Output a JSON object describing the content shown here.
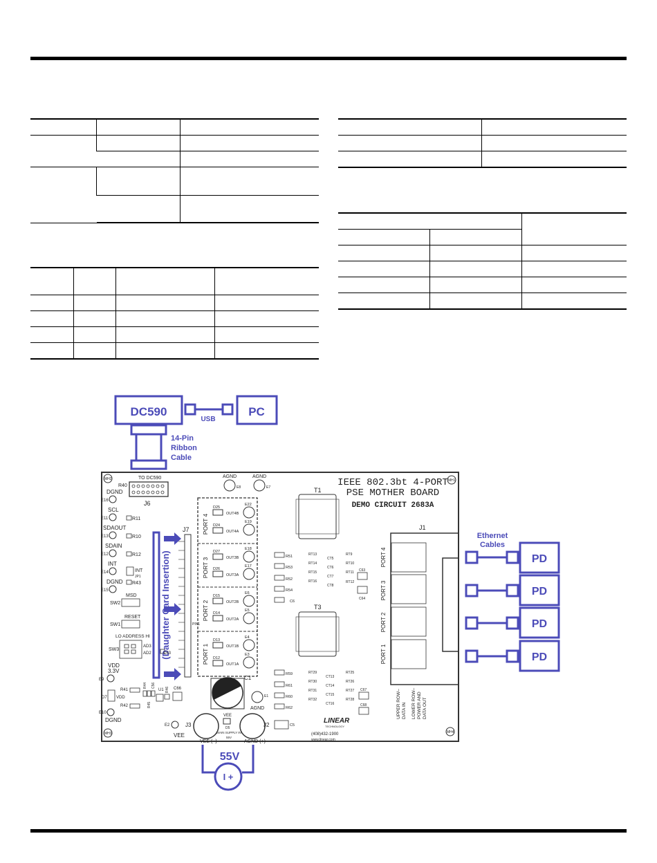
{
  "connection": {
    "dc590_label": "DC590",
    "pc_label": "PC",
    "usb_label": "USB",
    "ribbon_label": [
      "14-Pin",
      "Ribbon",
      "Cable"
    ],
    "ethernet_label": [
      "Ethernet",
      "Cables"
    ],
    "pd_labels": [
      "PD",
      "PD",
      "PD",
      "PD"
    ],
    "supply_label": "55V",
    "supply_symbol": "I +",
    "colors": {
      "annotation_blue": "#4b4bb8",
      "board_gray": "#5a5a5a"
    }
  },
  "board": {
    "title_lines": [
      "IEEE 802.3bt 4-PORT",
      "PSE MOTHER BOARD"
    ],
    "demo_circuit": "DEMO CIRCUIT 2683A",
    "j6_caption": "TO DC590",
    "j6": "J6",
    "r40": "R40",
    "j7": "J7",
    "j1": "J1",
    "t1": "T1",
    "t3": "T3",
    "daughter_label": "(Daughter Card Insertion)",
    "mh": [
      "MH2",
      "MH1",
      "MH3",
      "MH4"
    ],
    "left_signals": [
      {
        "label": "DGND",
        "e": "E16"
      },
      {
        "label": "SCL",
        "e": "E11"
      },
      {
        "label": "SDAOUT",
        "e": "E13"
      },
      {
        "label": "SDAIN",
        "e": "E12"
      },
      {
        "label": "INT",
        "e": "E14"
      },
      {
        "label": "DGND",
        "e": "E15"
      }
    ],
    "left_parts": [
      "R11",
      "R10",
      "R12"
    ],
    "int_jumper": [
      "INT",
      "JP1"
    ],
    "r43": "R43",
    "sw2": "SW2",
    "msd": "MSD",
    "sw1": "SW1",
    "reset": "RESET",
    "lo_address": "LO ADDRESS HI",
    "sw3": "SW3",
    "ad3": "AD3",
    "ad2": "AD2",
    "c63": "C63",
    "vdd_label": [
      "VDD",
      "3.3V"
    ],
    "e9": "E9",
    "d7": "D7",
    "vdd_mark": "VDD",
    "r41": "R41",
    "r42": "R42",
    "r44": "R44",
    "r45": "R45",
    "c56": "C56",
    "u1": "U1",
    "r46": "R46",
    "c66": "C66",
    "e10": "E10",
    "dgnd_bottom": "DGND",
    "agnd_top": [
      {
        "label": "AGND",
        "e": "E8"
      },
      {
        "label": "AGND",
        "e": "E7"
      }
    ],
    "ports": [
      {
        "name": "PORT 4",
        "d_top": "D25",
        "d_bot": "D24",
        "out_top": "OUT4B",
        "out_bot": "OUT4A",
        "e_top": "E22",
        "e_bot": "E19"
      },
      {
        "name": "PORT 3",
        "d_top": "D27",
        "d_bot": "D26",
        "out_top": "OUT3B",
        "out_bot": "OUT3A",
        "e_top": "E18",
        "e_bot": "E17"
      },
      {
        "name": "PORT 2",
        "d_top": "D15",
        "d_bot": "D14",
        "out_top": "OUT2B",
        "out_bot": "OUT2A",
        "e_top": "E6",
        "e_bot": "E5"
      },
      {
        "name": "PORT 1",
        "d_top": "D13",
        "d_bot": "D12",
        "out_top": "OUT1B",
        "out_bot": "OUT1A",
        "e_top": "E4",
        "e_bot": "E3"
      }
    ],
    "pin1": "PIN1",
    "mid_resistors_top": [
      "R51",
      "R53",
      "R52",
      "R54"
    ],
    "c6": "C6",
    "mid_resistors_bot": [
      "R59",
      "R61",
      "R60",
      "R62"
    ],
    "c5": "C5",
    "rt_top_left": [
      "RT13",
      "RT14",
      "RT15",
      "RT16"
    ],
    "ct_top": [
      "CT5",
      "CT6",
      "CT7",
      "CT8"
    ],
    "rt_top_right": [
      "RT9",
      "RT10",
      "RT11",
      "RT12"
    ],
    "c63b": "C63",
    "c64": "C64",
    "rt_bot_left": [
      "RT29",
      "RT30",
      "RT31",
      "RT32"
    ],
    "ct_bot": [
      "CT13",
      "CT14",
      "CT15",
      "CT16"
    ],
    "rt_bot_right": [
      "RT25",
      "RT26",
      "RT27",
      "RT28"
    ],
    "c67": "C67",
    "c68": "C68",
    "c1": "C1",
    "e1": "E1",
    "agnd_e1": "AGND",
    "e2": "E2",
    "j3": "J3",
    "vee_e2": "VEE",
    "vee_d5": "VEE",
    "d5": "D5",
    "main_supply": [
      "MAIN SUPPLY IN",
      "55V"
    ],
    "j2": "J2",
    "vee_minus": "VEE (−)",
    "agnd_plus": "AGND (+)",
    "j1_ports": [
      "PORT 4",
      "PORT 3",
      "PORT 2",
      "PORT 1"
    ],
    "j1_rows": [
      "UPPER ROW–",
      "DATA IN",
      "LOWER ROW–",
      "POWER AND",
      "DATA OUT"
    ],
    "logo": [
      "LINEAR",
      "TECHNOLOGY"
    ],
    "phone": "(408)432-1900",
    "web": "www.linear.com"
  }
}
